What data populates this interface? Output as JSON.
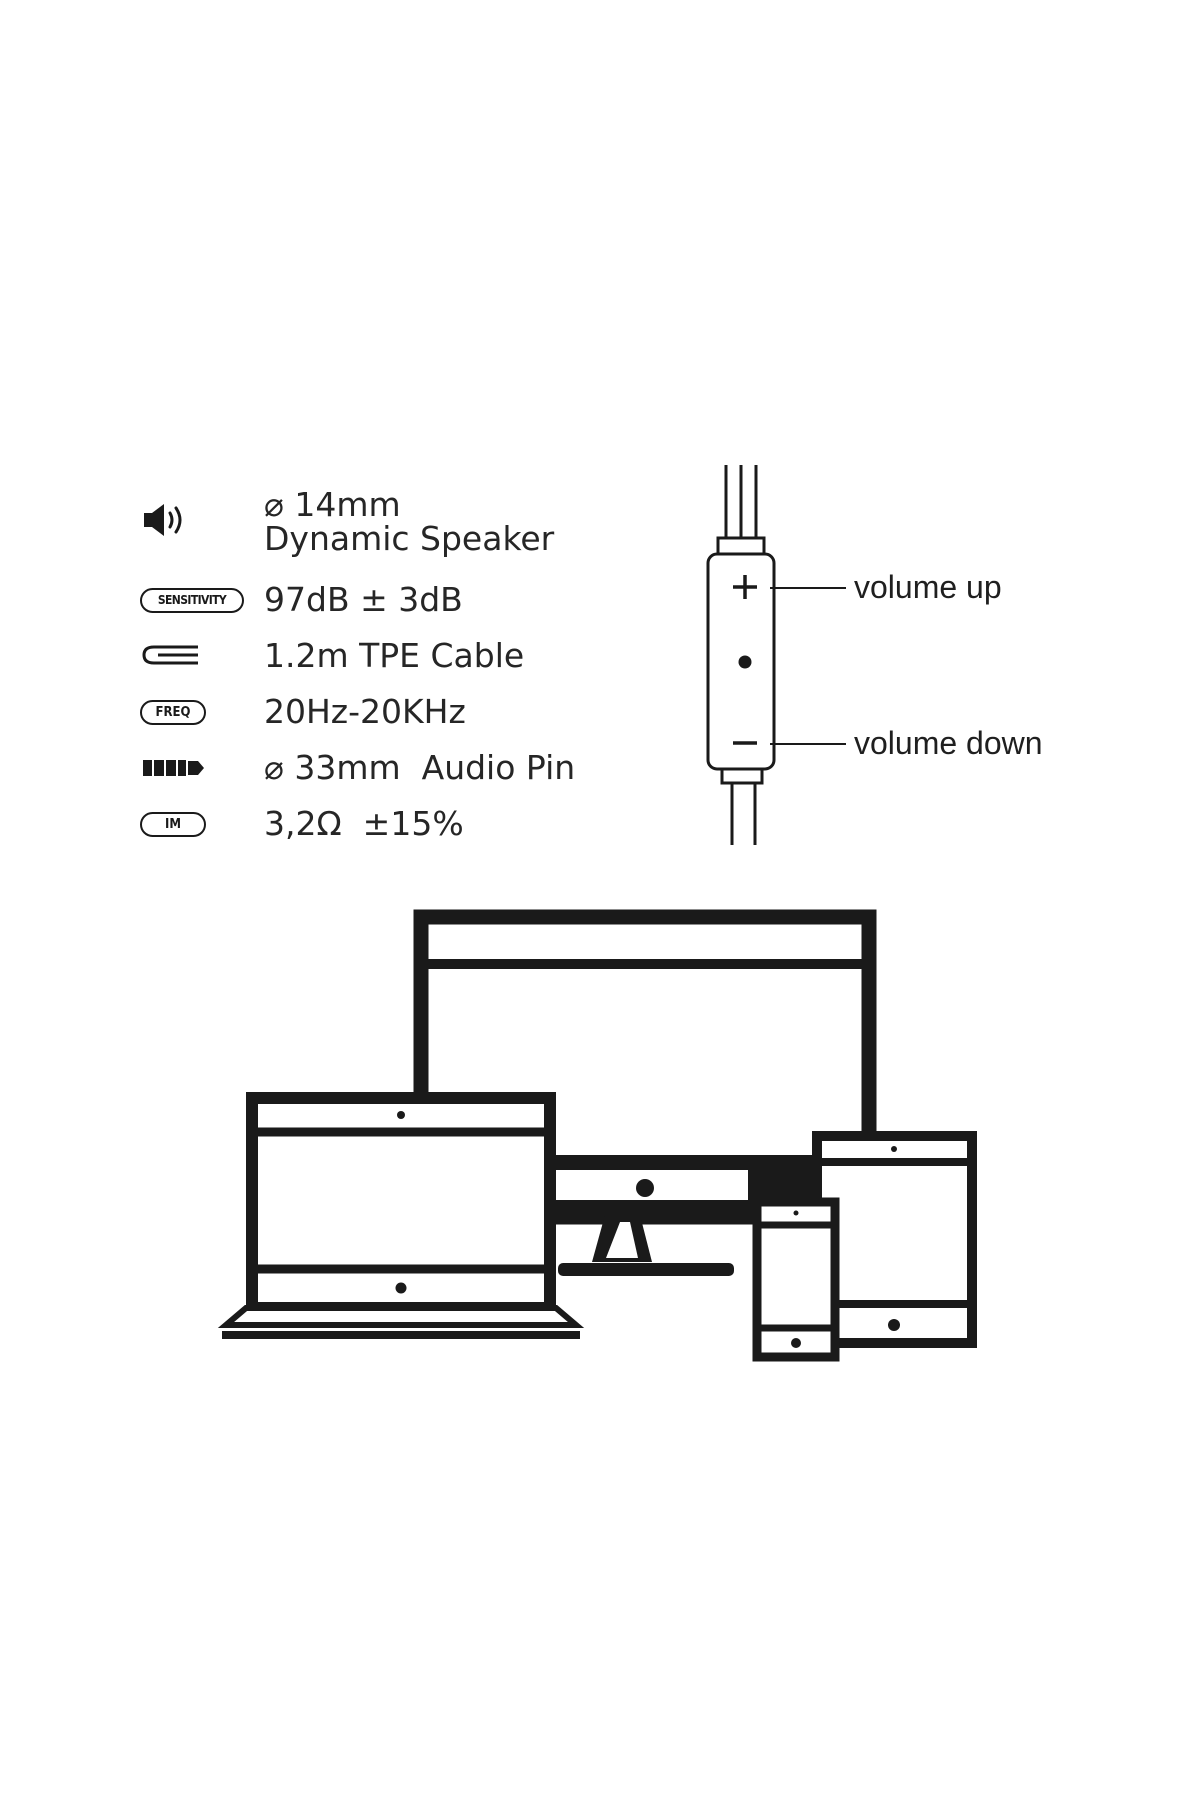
{
  "specs": [
    {
      "id": "speaker",
      "icon": "speaker-icon",
      "line1": "⌀ 14mm",
      "line2": "Dynamic Speaker"
    },
    {
      "id": "sensitivity",
      "icon": "sensitivity-badge",
      "badge": "SENSITIVITY",
      "text": "97dB ± 3dB"
    },
    {
      "id": "cable",
      "icon": "cable-icon",
      "text": "1.2m TPE Cable"
    },
    {
      "id": "frequency",
      "icon": "frequency-badge",
      "badge": "FREQ",
      "text": "20Hz-20KHz"
    },
    {
      "id": "audio_pin",
      "icon": "audio-jack-icon",
      "text": "⌀ 33mm  Audio Pin"
    },
    {
      "id": "impedance",
      "icon": "impedance-badge",
      "badge": "IM",
      "text": "3,2Ω  ±15%"
    }
  ],
  "remote": {
    "volume_up": "volume up",
    "volume_down": "volume down",
    "icons": [
      "plus-icon",
      "dot-icon",
      "minus-icon"
    ]
  },
  "devices": {
    "icons": [
      "desktop-monitor-icon",
      "laptop-icon",
      "tablet-icon",
      "smartphone-icon"
    ]
  },
  "colors": {
    "ink": "#1a1a1a",
    "text": "#262626",
    "background": "#ffffff"
  }
}
